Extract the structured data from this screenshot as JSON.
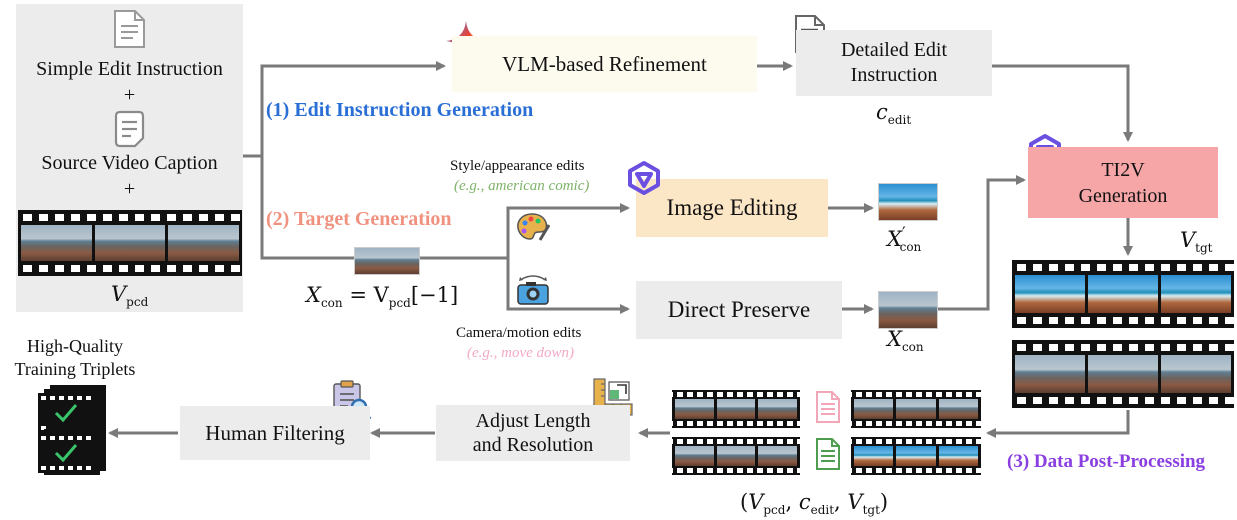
{
  "source": {
    "simple_edit_instruction": "Simple Edit Instruction",
    "plus": "+",
    "source_video_caption": "Source Video Caption",
    "v_pcd": "V",
    "v_pcd_sub": "pcd"
  },
  "stages": {
    "edit_instruction_generation": "(1) Edit Instruction Generation",
    "target_generation": "(2) Target Generation",
    "data_post_processing": "(3) Data Post-Processing"
  },
  "refinement": {
    "label": "VLM-based Refinement",
    "detailed_line1": "Detailed Edit",
    "detailed_line2": "Instruction",
    "c_edit": "c",
    "c_edit_sub": "edit"
  },
  "target": {
    "x_con_expr_left": "X",
    "x_con_expr_sub": "con",
    "x_con_expr_right": " = V",
    "x_con_expr_right_sub": "pcd",
    "x_con_expr_index": "[−1]",
    "style_label": "Style/appearance edits",
    "style_example": "(e.g., american comic)",
    "camera_label": "Camera/motion edits",
    "camera_example": "(e.g., move down)",
    "image_editing": "Image Editing",
    "direct_preserve": "Direct Preserve",
    "x_con_prime": "X",
    "x_con_prime_sup": "′",
    "x_con_prime_sub": "con",
    "x_con": "X",
    "x_con_sub": "con"
  },
  "ti2v": {
    "line1": "TI2V",
    "line2": "Generation",
    "v_tgt": "V",
    "v_tgt_sub": "tgt"
  },
  "post": {
    "adjust_line1": "Adjust Length",
    "adjust_line2": "and Resolution",
    "human_filtering": "Human Filtering",
    "hq_line1": "High-Quality",
    "hq_line2": "Training Triplets",
    "triplet_open": "(V",
    "triplet_sub1": "pcd",
    "triplet_mid1": ", c",
    "triplet_sub2": "edit",
    "triplet_mid2": ", V",
    "triplet_sub3": "tgt",
    "triplet_close": ")"
  },
  "colors": {
    "stage1": "#2a6fd6",
    "stage2": "#f0927f",
    "stage3": "#8a3fe0",
    "style_example": "#7fb36a",
    "camera_example": "#f3a9c7",
    "image_editing_bg": "#fbe6c6",
    "ti2v_bg": "#f7a6a8",
    "refinement_bg": "#fdfaee",
    "gray_box": "#ececec",
    "arrow": "#7a7a7a"
  },
  "icons": [
    "document-icon",
    "gemini-sparkle-icon",
    "qwen-logo-icon",
    "palette-icon",
    "camera-icon",
    "clipboard-search-icon",
    "resize-icon",
    "checkmark-icon"
  ]
}
